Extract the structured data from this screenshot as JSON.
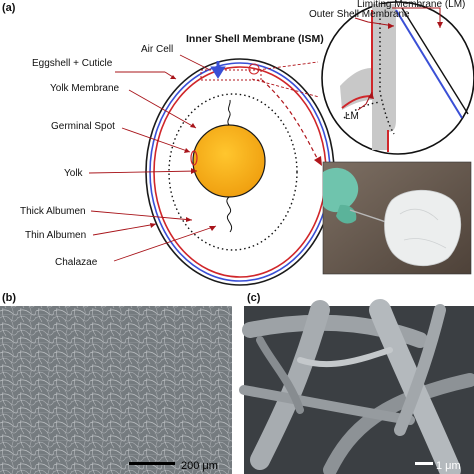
{
  "panels": {
    "a": "(a)",
    "b": "(b)",
    "c": "(c)"
  },
  "labels": {
    "eggshell_cuticle": "Eggshell + Cuticle",
    "air_cell": "Air Cell",
    "inner_shell_membrane": "Inner Shell Membrane (ISM)",
    "yolk_membrane": "Yolk Membrane",
    "germinal_spot": "Germinal Spot",
    "yolk": "Yolk",
    "thick_albumen": "Thick Albumen",
    "thin_albumen": "Thin Albumen",
    "chalazae": "Chalazae",
    "outer_shell_membrane": "Outer Shell Membrane",
    "limiting_membrane": "Limiting Membrane (LM)",
    "lm": "LM"
  },
  "scale_bars": {
    "b": "200 μm",
    "c": "1 μm"
  },
  "colors": {
    "shell": "#1a1a1a",
    "outer_membrane": "#3a4fd6",
    "inner_membrane": "#d0262a",
    "yolk_fill": "#f7b21a",
    "membrane_band": "#c8c8c8",
    "accent_dashed": "#b0151b"
  }
}
